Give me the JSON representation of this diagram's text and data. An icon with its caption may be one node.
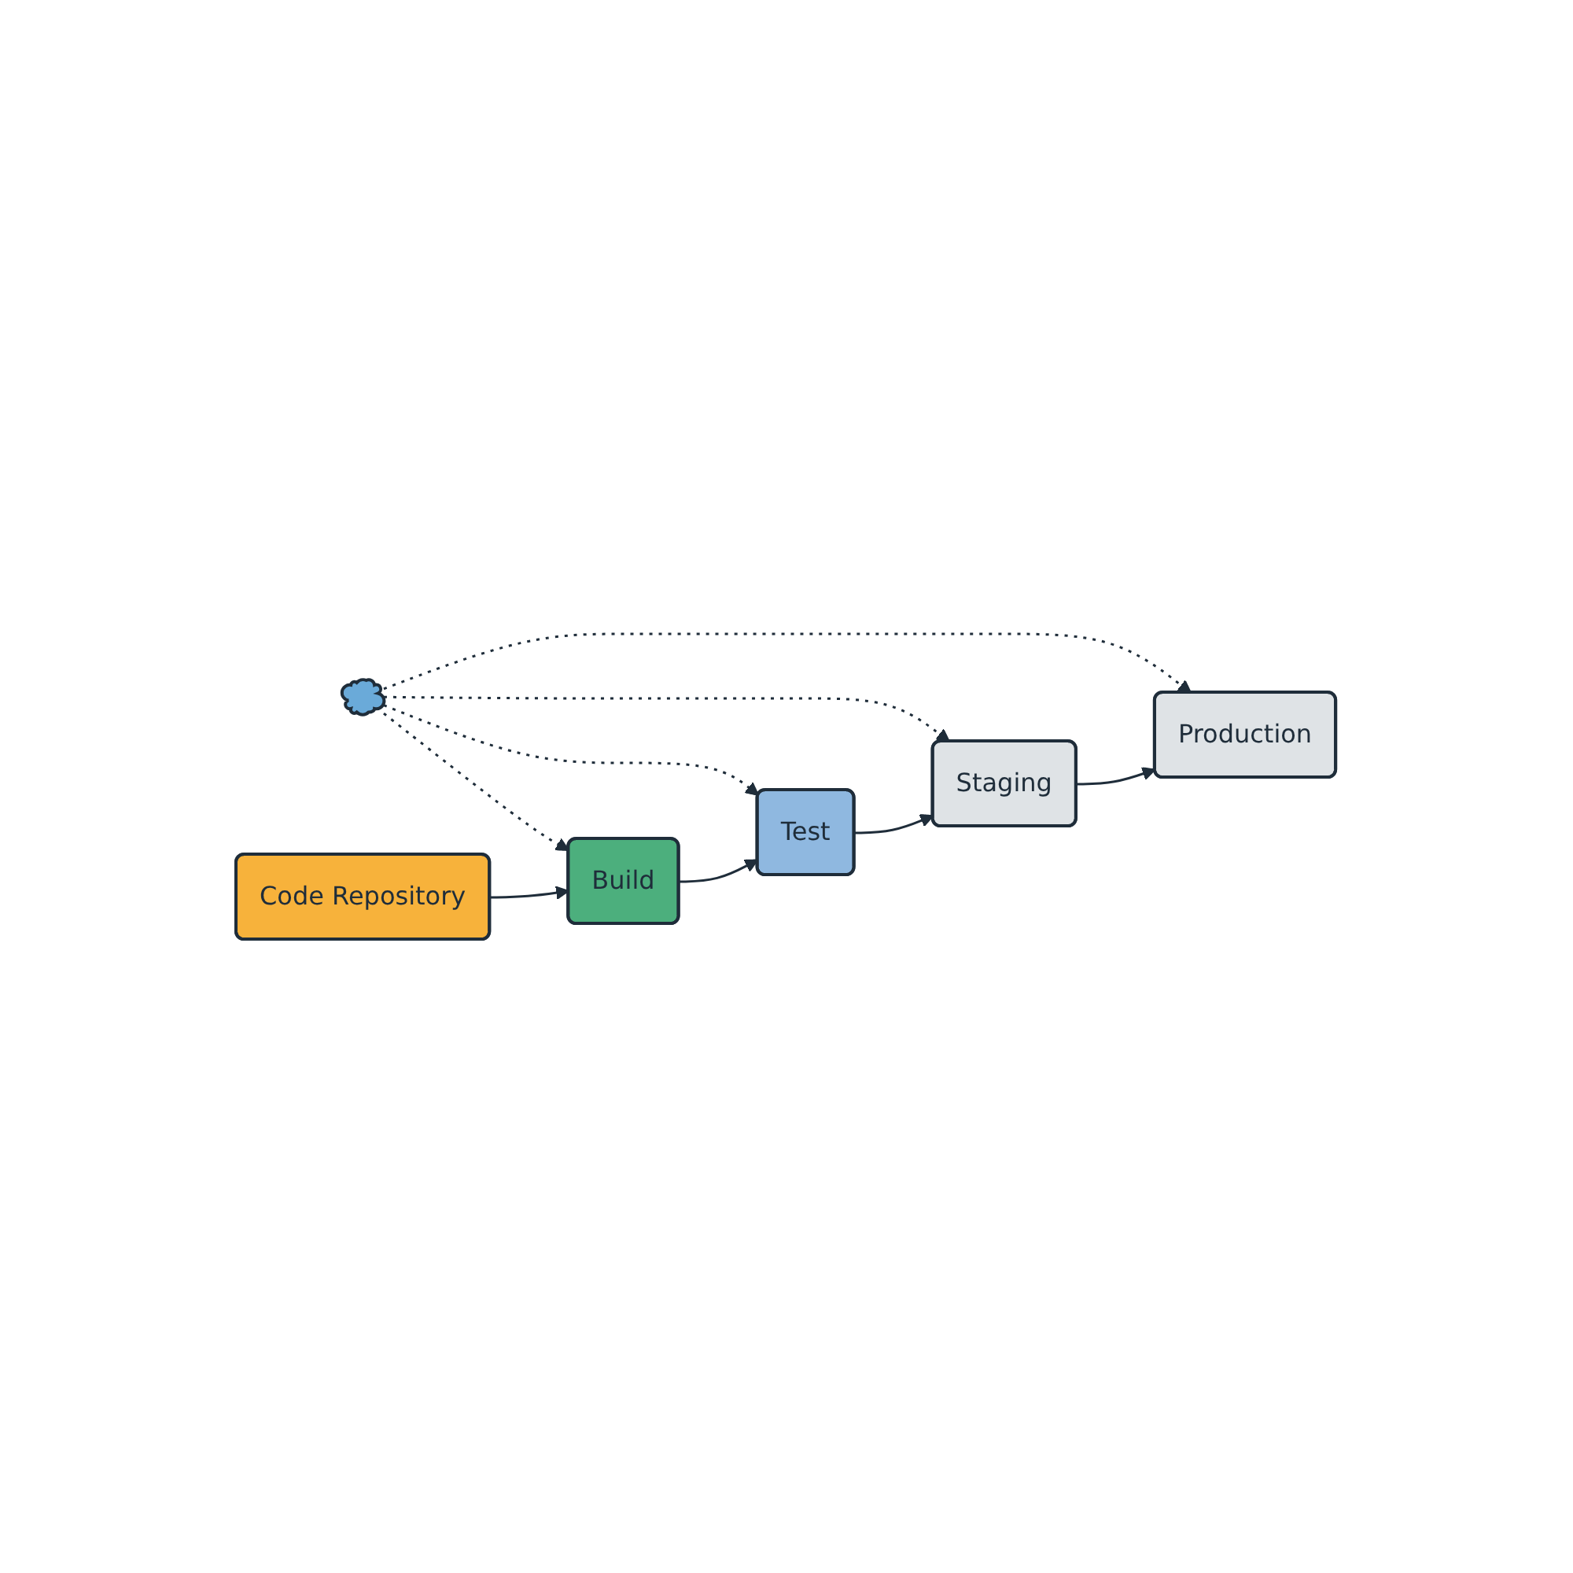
{
  "diagram": {
    "nodes": [
      {
        "text": [],
        "shape": "cloud"
      },
      {
        "text": [
          "Code Repository"
        ]
      },
      {
        "text": [
          "Build"
        ]
      },
      {
        "text": [
          "Test"
        ]
      },
      {
        "text": [
          "Staging"
        ]
      },
      {
        "text": [
          "Production"
        ]
      }
    ],
    "edges": [
      {
        "from": 0,
        "to": 2,
        "arrow": "to",
        "style": "dashed"
      },
      {
        "from": 0,
        "to": 3,
        "arrow": "to",
        "style": "dashed"
      },
      {
        "from": 0,
        "to": 4,
        "arrow": "to",
        "style": "dashed"
      },
      {
        "from": 0,
        "to": 5,
        "arrow": "to",
        "style": "dashed"
      },
      {
        "from": 1,
        "to": 2,
        "arrow": "to"
      },
      {
        "from": 2,
        "to": 3,
        "arrow": "to"
      },
      {
        "from": 3,
        "to": 4,
        "arrow": "to"
      },
      {
        "from": 4,
        "to": 5,
        "arrow": "to"
      }
    ]
  }
}
